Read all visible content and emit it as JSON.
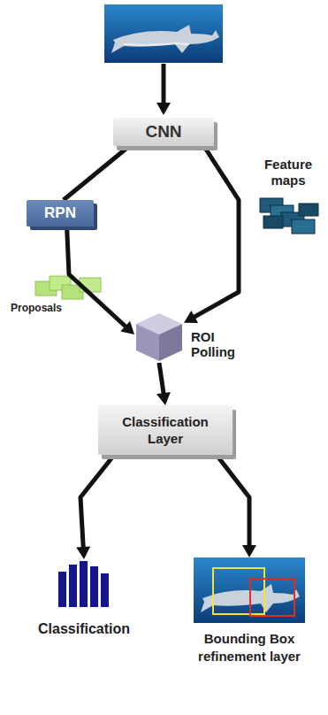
{
  "diagram": {
    "nodes": [
      {
        "text": [
          "CNN"
        ]
      },
      {
        "text": [
          "RPN"
        ]
      },
      {
        "text": [
          "ROI Polling"
        ]
      },
      {
        "text": [
          "Classification Layer"
        ]
      },
      {
        "text": [
          "Classification"
        ]
      },
      {
        "text": [
          "Bounding Box refinement layer"
        ]
      }
    ],
    "edges": [
      {
        "from": 0,
        "to": 1,
        "arrow": "none"
      },
      {
        "from": 1,
        "to": 2,
        "arrow": "to"
      },
      {
        "from": 0,
        "to": 2,
        "arrow": "to"
      },
      {
        "from": 2,
        "to": 3,
        "arrow": "to"
      },
      {
        "from": 3,
        "to": 4,
        "arrow": "to"
      },
      {
        "from": 3,
        "to": 5,
        "arrow": "to"
      }
    ],
    "labels": [
      "Feature maps",
      "Proposals"
    ]
  }
}
